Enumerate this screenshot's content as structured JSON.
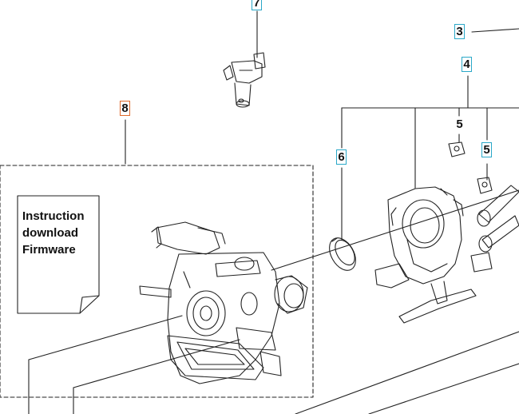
{
  "callouts": [
    {
      "id": "c7",
      "label": "7",
      "style": "boxed"
    },
    {
      "id": "c3",
      "label": "3",
      "style": "boxed"
    },
    {
      "id": "c4",
      "label": "4",
      "style": "boxed"
    },
    {
      "id": "c8",
      "label": "8",
      "style": "boxed-orange"
    },
    {
      "id": "c5a",
      "label": "5",
      "style": "plain"
    },
    {
      "id": "c5b",
      "label": "5",
      "style": "boxed"
    },
    {
      "id": "c6",
      "label": "6",
      "style": "boxed"
    }
  ],
  "note": {
    "lines": [
      "Instruction",
      "download",
      "Firmware"
    ]
  },
  "colors": {
    "callout_border": "#2aa8c8",
    "callout_border_highlight": "#e06a2b",
    "line": "#222222"
  }
}
